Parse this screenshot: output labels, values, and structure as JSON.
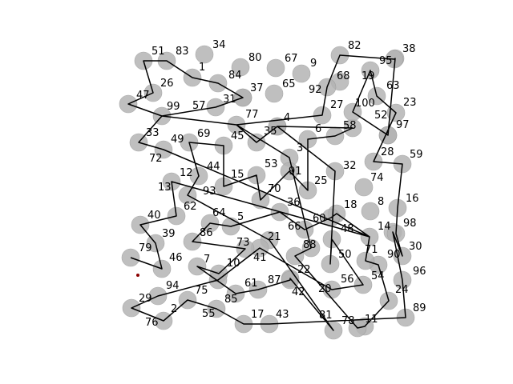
{
  "diagram": {
    "type": "tsp-route",
    "nodes": [
      {
        "id": "1"
      },
      {
        "id": "2"
      },
      {
        "id": "3"
      },
      {
        "id": "4"
      },
      {
        "id": "5"
      },
      {
        "id": "6"
      },
      {
        "id": "7"
      },
      {
        "id": "8"
      },
      {
        "id": "9"
      },
      {
        "id": "10"
      },
      {
        "id": "11"
      },
      {
        "id": "12"
      },
      {
        "id": "13"
      },
      {
        "id": "14"
      },
      {
        "id": "15"
      },
      {
        "id": "16"
      },
      {
        "id": "17"
      },
      {
        "id": "18"
      },
      {
        "id": "19"
      },
      {
        "id": "20"
      },
      {
        "id": "21"
      },
      {
        "id": "22"
      },
      {
        "id": "23"
      },
      {
        "id": "24"
      },
      {
        "id": "25"
      },
      {
        "id": "26"
      },
      {
        "id": "27"
      },
      {
        "id": "28"
      },
      {
        "id": "29"
      },
      {
        "id": "30"
      },
      {
        "id": "31"
      },
      {
        "id": "32"
      },
      {
        "id": "33"
      },
      {
        "id": "34"
      },
      {
        "id": "35"
      },
      {
        "id": "36"
      },
      {
        "id": "37"
      },
      {
        "id": "38"
      },
      {
        "id": "39"
      },
      {
        "id": "40"
      },
      {
        "id": "41"
      },
      {
        "id": "42"
      },
      {
        "id": "43"
      },
      {
        "id": "44"
      },
      {
        "id": "45"
      },
      {
        "id": "46"
      },
      {
        "id": "47"
      },
      {
        "id": "48"
      },
      {
        "id": "49"
      },
      {
        "id": "50"
      },
      {
        "id": "51"
      },
      {
        "id": "52"
      },
      {
        "id": "53"
      },
      {
        "id": "54"
      },
      {
        "id": "55"
      },
      {
        "id": "56"
      },
      {
        "id": "57"
      },
      {
        "id": "58"
      },
      {
        "id": "59"
      },
      {
        "id": "60"
      },
      {
        "id": "61"
      },
      {
        "id": "62"
      },
      {
        "id": "63"
      },
      {
        "id": "64"
      },
      {
        "id": "65"
      },
      {
        "id": "66"
      },
      {
        "id": "67"
      },
      {
        "id": "68"
      },
      {
        "id": "69"
      },
      {
        "id": "70"
      },
      {
        "id": "71"
      },
      {
        "id": "72"
      },
      {
        "id": "73"
      },
      {
        "id": "74"
      },
      {
        "id": "75"
      },
      {
        "id": "76"
      },
      {
        "id": "77"
      },
      {
        "id": "78"
      },
      {
        "id": "79"
      },
      {
        "id": "80"
      },
      {
        "id": "81"
      },
      {
        "id": "82"
      },
      {
        "id": "83"
      },
      {
        "id": "84"
      },
      {
        "id": "85"
      },
      {
        "id": "86"
      },
      {
        "id": "87"
      },
      {
        "id": "88"
      },
      {
        "id": "89"
      },
      {
        "id": "90"
      },
      {
        "id": "91"
      },
      {
        "id": "92"
      },
      {
        "id": "93"
      },
      {
        "id": "94"
      },
      {
        "id": "95"
      },
      {
        "id": "96"
      },
      {
        "id": "97"
      },
      {
        "id": "98"
      },
      {
        "id": "99"
      },
      {
        "id": "100"
      }
    ],
    "route": [
      "79",
      "46",
      "39",
      "40",
      "62",
      "13",
      "14",
      "72",
      "33",
      "99",
      "57",
      "31",
      "84",
      "1",
      "83",
      "51",
      "26",
      "47",
      "99",
      "45",
      "77",
      "4",
      "58",
      "6",
      "3",
      "25",
      "91",
      "70",
      "15",
      "44",
      "69",
      "49",
      "12",
      "93",
      "21",
      "81",
      "42",
      "87",
      "61",
      "85",
      "7",
      "10",
      "73",
      "86",
      "64",
      "5",
      "36",
      "66",
      "60",
      "18",
      "14",
      "71",
      "54",
      "24",
      "11",
      "78",
      "22",
      "88",
      "53",
      "45",
      "27",
      "92",
      "82",
      "95",
      "38",
      "97",
      "52",
      "100",
      "19",
      "63",
      "23",
      "28",
      "59",
      "16",
      "98",
      "30",
      "90",
      "96",
      "89",
      "43",
      "17",
      "55",
      "2",
      "76",
      "29",
      "94",
      "75",
      "41",
      "20",
      "56",
      "48",
      "50",
      "32",
      "35",
      "77"
    ],
    "start_node": "79",
    "colors": {
      "node_fill": "#b4b4b4",
      "route": "#000000",
      "start_marker": "#8b0000"
    }
  }
}
